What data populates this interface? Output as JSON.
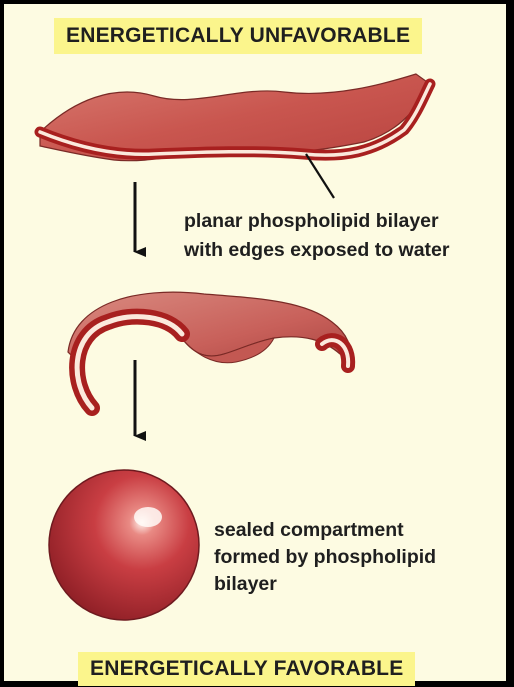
{
  "banners": {
    "top": "ENERGETICALLY UNFAVORABLE",
    "bottom": "ENERGETICALLY FAVORABLE"
  },
  "captions": {
    "planar": [
      "planar phospholipid bilayer",
      "with edges exposed to water"
    ],
    "sealed": [
      "sealed compartment",
      "formed by phospholipid",
      "bilayer"
    ]
  },
  "colors": {
    "background": "#fdfbe2",
    "banner": "#fbf58c",
    "membrane": "#c84d48",
    "membrane_edge": "#a8201f",
    "membrane_core": "#fbe9dc",
    "sphere": "#c0303a"
  }
}
